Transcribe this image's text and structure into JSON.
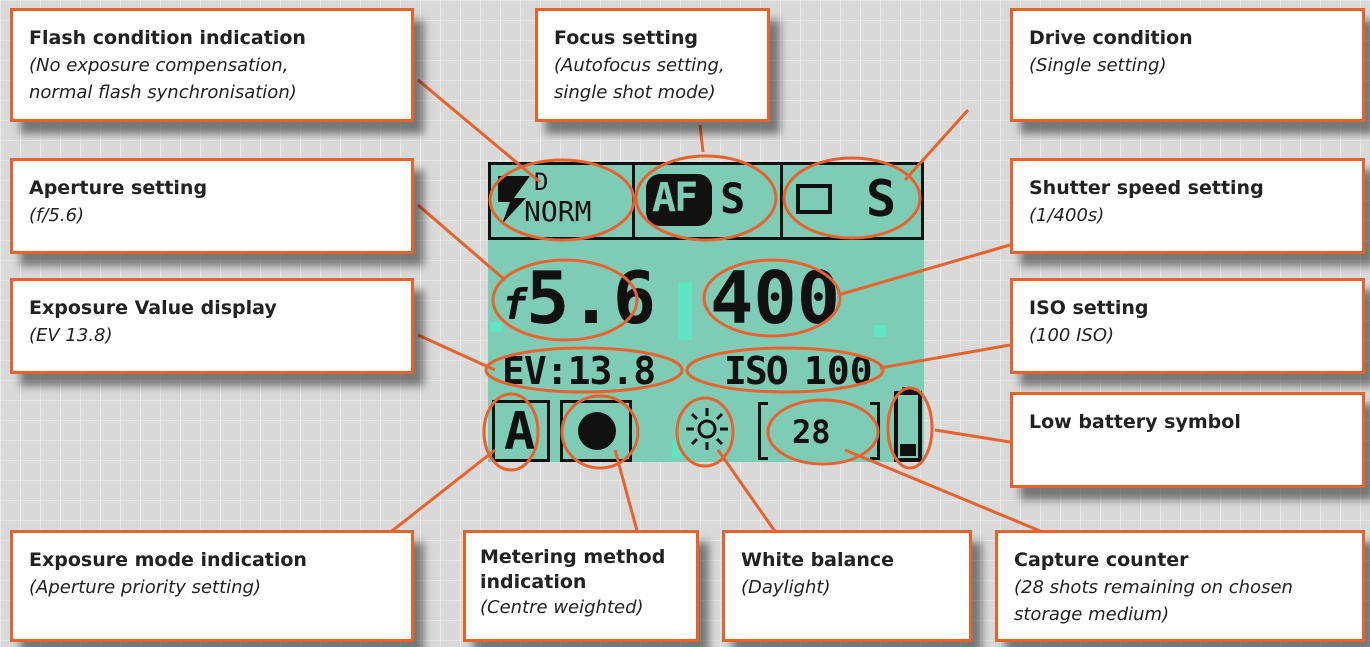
{
  "callouts": {
    "flash": {
      "title": "Flash condition indication",
      "desc": "(No exposure compensation,\nnormal flash synchronisation)"
    },
    "focus": {
      "title": "Focus setting",
      "desc": "(Autofocus setting,\nsingle shot mode)"
    },
    "drive": {
      "title": "Drive condition",
      "desc": "(Single setting)"
    },
    "aperture": {
      "title": "Aperture setting",
      "desc": "(f/5.6)"
    },
    "shutter": {
      "title": "Shutter speed setting",
      "desc": "(1/400s)"
    },
    "ev": {
      "title": "Exposure Value display",
      "desc": "(EV 13.8)"
    },
    "iso": {
      "title": "ISO setting",
      "desc": "(100 ISO)"
    },
    "battery": {
      "title": "Low battery symbol"
    },
    "mode": {
      "title": "Exposure mode indication",
      "desc": "(Aperture priority setting)"
    },
    "metering": {
      "title": "Metering method indication",
      "desc": "(Centre weighted)"
    },
    "wb": {
      "title": "White balance",
      "desc": "(Daylight)"
    },
    "counter": {
      "title": "Capture counter",
      "desc": "(28 shots remaining on chosen\nstorage medium)"
    }
  },
  "lcd": {
    "flash_d": "D",
    "flash_norm": "NORM",
    "af": "AF",
    "af_mode": "S",
    "drive_mode": "S",
    "aperture_prefix": "f",
    "aperture": "5.6",
    "shutter": "400",
    "ev": "EV:13.8",
    "iso_label": "ISO",
    "iso": "100",
    "mode": "A",
    "counter": "28"
  },
  "colors": {
    "accent": "#e8622c",
    "lcd": "#7fccb6",
    "lcd_glow": "#5fe6c1",
    "segment": "#111111"
  }
}
